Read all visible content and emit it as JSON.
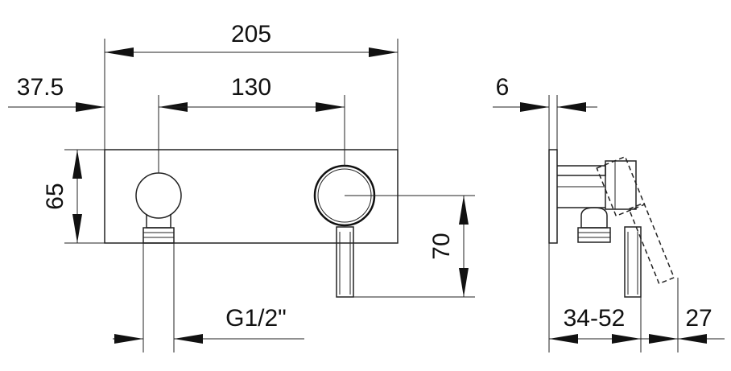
{
  "dimensions": {
    "overall_width": "205",
    "offset_left": "37.5",
    "handle_spacing": "130",
    "plate_height": "65",
    "handle_height": "70",
    "thread": "G1/2\"",
    "plate_thickness": "6",
    "projection_range": "34-52",
    "handle_offset": "27"
  }
}
